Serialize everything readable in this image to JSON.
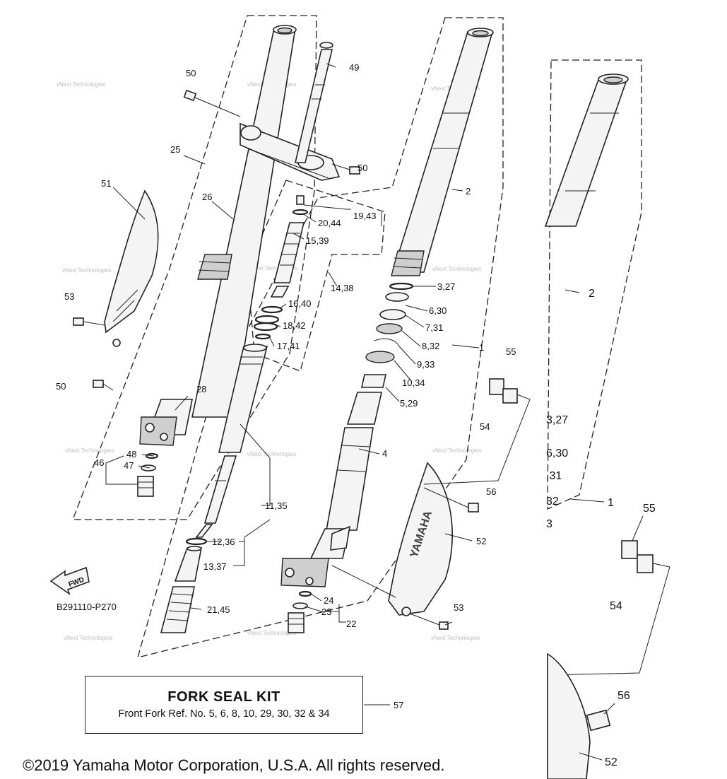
{
  "diagram_id": "B291110-P270",
  "watermark": "vNext Technologies",
  "fwd_label": "FWD",
  "labels": {
    "l50a": "50",
    "l49": "49",
    "l25": "25",
    "l51": "51",
    "l26": "26",
    "l50b": "50",
    "l1943": "19,43",
    "l2044": "20,44",
    "l1539": "15,39",
    "l1438": "14,38",
    "l1640": "16,40",
    "l1842": "18,42",
    "l1741": "17,41",
    "l53a": "53",
    "l50c": "50",
    "l28": "28",
    "l48": "48",
    "l46": "46",
    "l47": "47",
    "l1135": "11,35",
    "l1236": "12,36",
    "l1337": "13,37",
    "l2145": "21,45",
    "l2a": "2",
    "l327": "3,27",
    "l630": "6,30",
    "l731": "7,31",
    "l832": "8,32",
    "l1a": "1",
    "l933": "9,33",
    "l1034": "10,34",
    "l529": "5,29",
    "l4": "4",
    "l55a": "55",
    "l54a": "54",
    "l56a": "56",
    "l52a": "52",
    "l24": "24",
    "l23": "23",
    "l22": "22",
    "l53b": "53",
    "l2b": "2",
    "l327b": "3,27",
    "l630b": "6,30",
    "l31b": ",31",
    "l32b": "32",
    "l3b": "3",
    "l1b": "1",
    "l55b": "55",
    "l54b": "54",
    "l56b": "56",
    "l52b": "52",
    "l57": "57"
  },
  "kit": {
    "title": "FORK SEAL KIT",
    "description": "Front Fork Ref. No. 5, 6, 8, 10, 29, 30, 32 & 34"
  },
  "copyright": "©2019 Yamaha Motor Corporation, U.S.A. All rights reserved."
}
